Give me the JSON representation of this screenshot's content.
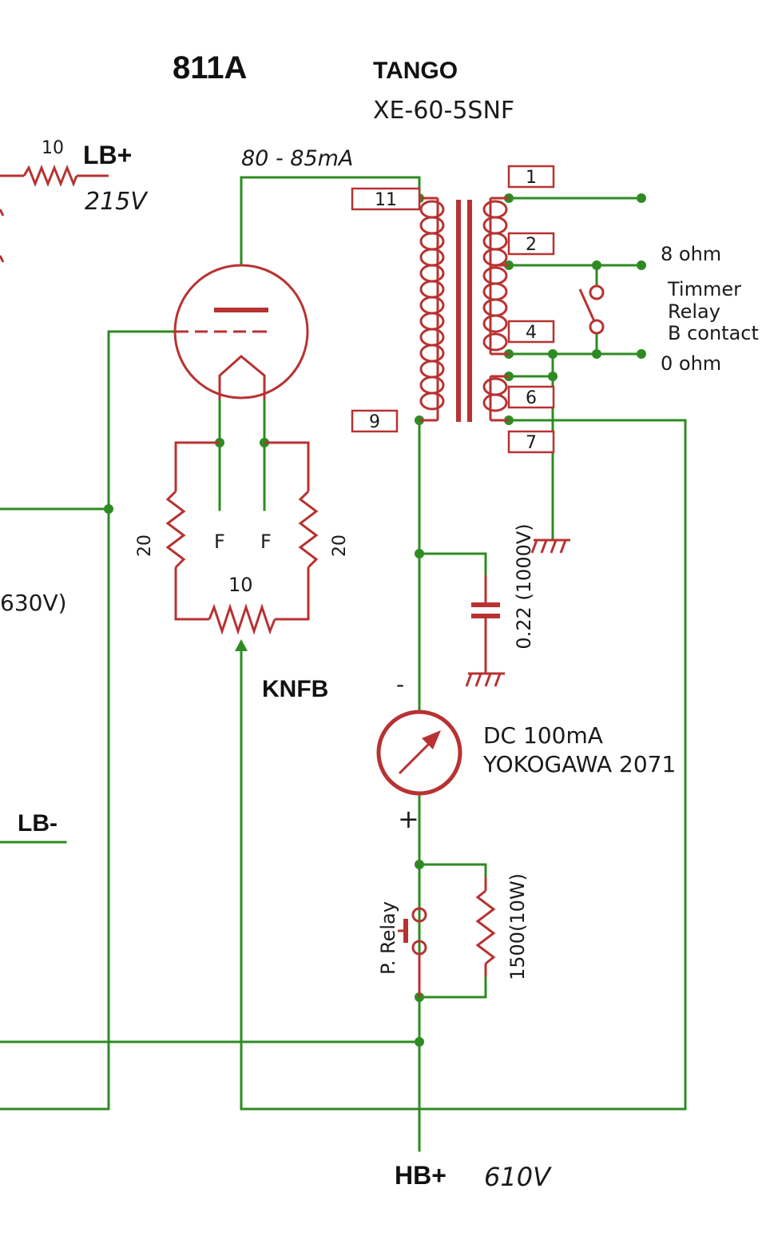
{
  "title": {
    "tube": "811A",
    "transformer_brand": "TANGO",
    "transformer_model": "XE-60-5SNF"
  },
  "lb_plus": {
    "label": "LB+",
    "resistor": "10",
    "voltage": "215V"
  },
  "plate_current": "80 - 85mA",
  "pins": [
    "11",
    "9",
    "1",
    "2",
    "4",
    "6",
    "7"
  ],
  "outputs": {
    "ohm8": "8 ohm",
    "ohm0": "0 ohm"
  },
  "relay": {
    "line1": "Timmer",
    "line2": "Relay",
    "line3": "B contact"
  },
  "filament": {
    "f_left": "F",
    "f_right": "F",
    "r_left": "20",
    "r_right": "20",
    "r_bottom": "10"
  },
  "partial_left": "630V)",
  "knfb": "KNFB",
  "capacitor": "0.22 (1000V)",
  "meter": {
    "minus": "-",
    "plus": "+",
    "line1": "DC 100mA",
    "line2": "YOKOGAWA 2071"
  },
  "lb_minus": "LB-",
  "p_relay": "P. Relay",
  "bypass_resistor": "1500(10W)",
  "hb": {
    "label": "HB+",
    "voltage": "610V"
  },
  "colors": {
    "wire": "#2e8b22",
    "component": "#b83232",
    "text": "#1a1a1a"
  }
}
